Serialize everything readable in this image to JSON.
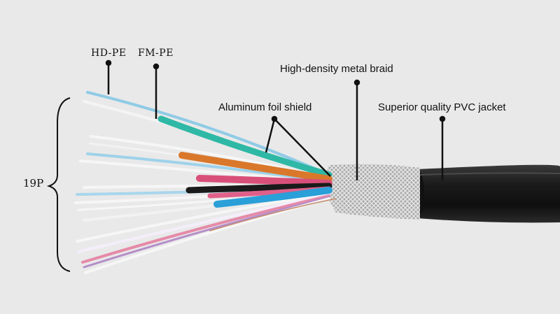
{
  "labels": {
    "hd_pe": "HD-PE",
    "fm_pe": "FM-PE",
    "aluminum_foil_shield": "Aluminum foil shield",
    "metal_braid": "High-density metal braid",
    "pvc_jacket": "Superior quality PVC jacket",
    "conductor_count": "19P"
  },
  "colors": {
    "background": "#e9e9e9",
    "jacket": "#1c1c1c",
    "braid": "#b8b8b8",
    "foil_teal": "#2fb8a6",
    "foil_orange": "#d9782a",
    "foil_pink": "#d8507a",
    "foil_blue": "#2a9fd8"
  }
}
